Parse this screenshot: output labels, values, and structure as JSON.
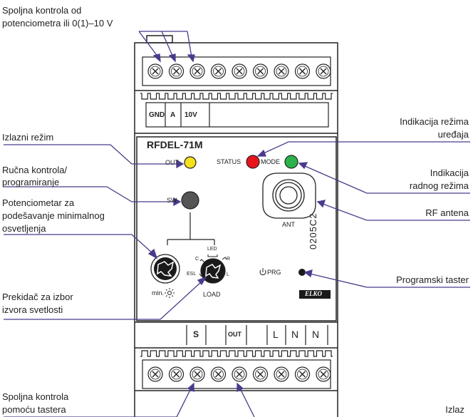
{
  "labels": {
    "ext_pot": [
      "Spoljna kontrola od",
      "potenciometra ili  0(1)–10 V"
    ],
    "out_mode": "Izlazni režim",
    "manual": [
      "Ručna kontrola/",
      "programiranje"
    ],
    "pot_min": [
      "Potenciometar za",
      "podešavanje minimalnog",
      "osvetljenja"
    ],
    "switch_src": [
      "Prekidač za izbor",
      "izvora svetlosti"
    ],
    "ext_btn": [
      "Spoljna kontrola",
      "pomoću tastera"
    ],
    "device_mode": [
      "Indikacija režima",
      "uređaja"
    ],
    "work_mode": [
      "Indikacija",
      "radnog režima"
    ],
    "rf_antenna": "RF antena",
    "prog_button": "Programski taster",
    "output": "Izlaz"
  },
  "device": {
    "model": "RFDEL-71M",
    "top_terminals": [
      "GND",
      "A",
      "10V"
    ],
    "bottom_terminals": [
      "S",
      "OUT",
      "L",
      "N",
      "N"
    ],
    "out_led_label": "OUT",
    "sw_label": "SW",
    "status_label": "STATUS",
    "mode_label": "MODE",
    "ant_label": "ANT",
    "prg_label": "PRG",
    "serial": "0205C2",
    "brand": "ELKO",
    "min_label": "min.",
    "load_label": "LOAD",
    "load_positions": {
      "led": "LED",
      "c": "C",
      "r": "R",
      "esl": "ESL",
      "l": "L"
    }
  },
  "colors": {
    "out_led": "#f5e11a",
    "status_led": "#e8141c",
    "mode_led": "#2bb34a",
    "pointer": "#4b3a8c",
    "sw_button": "#555555"
  }
}
